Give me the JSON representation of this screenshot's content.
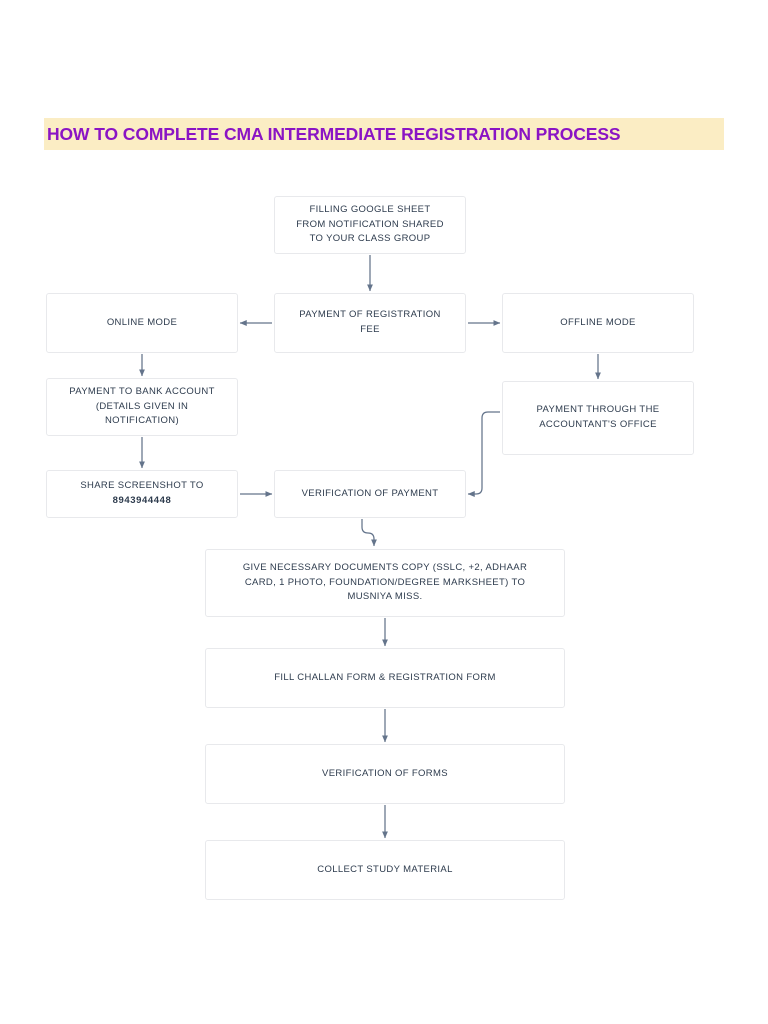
{
  "page": {
    "title": "HOW TO COMPLETE CMA INTERMEDIATE REGISTRATION  PROCESS",
    "title_color": "#8a14c4",
    "title_highlight_color": "#fbedc4",
    "background_color": "#ffffff",
    "node_border_color": "#e8e9ec",
    "node_text_color": "#2d3b4d",
    "connector_color": "#64748b"
  },
  "chart_data": {
    "type": "flowchart",
    "title": "HOW TO COMPLETE CMA INTERMEDIATE REGISTRATION  PROCESS",
    "nodes": [
      {
        "id": "google_sheet",
        "label": "FILLING  GOOGLE SHEET FROM NOTIFICATION SHARED TO YOUR CLASS GROUP"
      },
      {
        "id": "online_mode",
        "label": "ONLINE MODE"
      },
      {
        "id": "payment_reg",
        "label": "PAYMENT OF REGISTRATION FEE"
      },
      {
        "id": "offline_mode",
        "label": "OFFLINE MODE"
      },
      {
        "id": "bank_account",
        "label": "PAYMENT TO BANK ACCOUNT (DETAILS GIVEN IN NOTIFICATION)"
      },
      {
        "id": "accountant",
        "label": "PAYMENT THROUGH THE ACCOUNTANT'S OFFICE"
      },
      {
        "id": "share_shot",
        "label": "SHARE SCREENSHOT  TO",
        "label2": "8943944448"
      },
      {
        "id": "verify_pay",
        "label": "VERIFICATION OF PAYMENT"
      },
      {
        "id": "give_docs",
        "label": "GIVE NECESSARY DOCUMENTS COPY (SSLC, +2, ADHAAR CARD, 1 PHOTO, FOUNDATION/DEGREE MARKSHEET) TO MUSNIYA MISS."
      },
      {
        "id": "challan",
        "label": "FILL CHALLAN FORM & REGISTRATION FORM"
      },
      {
        "id": "verify_forms",
        "label": "VERIFICATION OF FORMS"
      },
      {
        "id": "collect",
        "label": "COLLECT STUDY MATERIAL"
      }
    ],
    "edges": [
      {
        "from": "google_sheet",
        "to": "payment_reg",
        "direction": "down"
      },
      {
        "from": "payment_reg",
        "to": "online_mode",
        "direction": "left"
      },
      {
        "from": "payment_reg",
        "to": "offline_mode",
        "direction": "right"
      },
      {
        "from": "online_mode",
        "to": "bank_account",
        "direction": "down"
      },
      {
        "from": "offline_mode",
        "to": "accountant",
        "direction": "down"
      },
      {
        "from": "bank_account",
        "to": "share_shot",
        "direction": "down"
      },
      {
        "from": "share_shot",
        "to": "verify_pay",
        "direction": "right"
      },
      {
        "from": "accountant",
        "to": "verify_pay",
        "direction": "elbow-left-down"
      },
      {
        "from": "verify_pay",
        "to": "give_docs",
        "direction": "s-curve-down"
      },
      {
        "from": "give_docs",
        "to": "challan",
        "direction": "down"
      },
      {
        "from": "challan",
        "to": "verify_forms",
        "direction": "down"
      },
      {
        "from": "verify_forms",
        "to": "collect",
        "direction": "down"
      }
    ]
  },
  "nodes": {
    "google_sheet": {
      "line1": "FILLING  GOOGLE SHEET",
      "line2": "FROM NOTIFICATION SHARED",
      "line3": "TO YOUR CLASS GROUP"
    },
    "online_mode": {
      "line1": "ONLINE MODE"
    },
    "payment_reg": {
      "line1": "PAYMENT OF REGISTRATION",
      "line2": "FEE"
    },
    "offline_mode": {
      "line1": "OFFLINE MODE"
    },
    "bank_account": {
      "line1": "PAYMENT TO BANK ACCOUNT",
      "line2": "(DETAILS GIVEN IN",
      "line3": "NOTIFICATION)"
    },
    "accountant": {
      "line1": "PAYMENT THROUGH THE",
      "line2": "ACCOUNTANT'S OFFICE"
    },
    "share_shot": {
      "line1": "SHARE SCREENSHOT  TO",
      "line2": "8943944448"
    },
    "verify_pay": {
      "line1": "VERIFICATION OF PAYMENT"
    },
    "give_docs": {
      "line1": "GIVE NECESSARY DOCUMENTS COPY (SSLC, +2, ADHAAR",
      "line2": "CARD, 1 PHOTO, FOUNDATION/DEGREE MARKSHEET) TO",
      "line3": "MUSNIYA MISS."
    },
    "challan": {
      "line1": "FILL CHALLAN FORM & REGISTRATION FORM"
    },
    "verify_forms": {
      "line1": "VERIFICATION OF FORMS"
    },
    "collect": {
      "line1": "COLLECT STUDY MATERIAL"
    }
  }
}
